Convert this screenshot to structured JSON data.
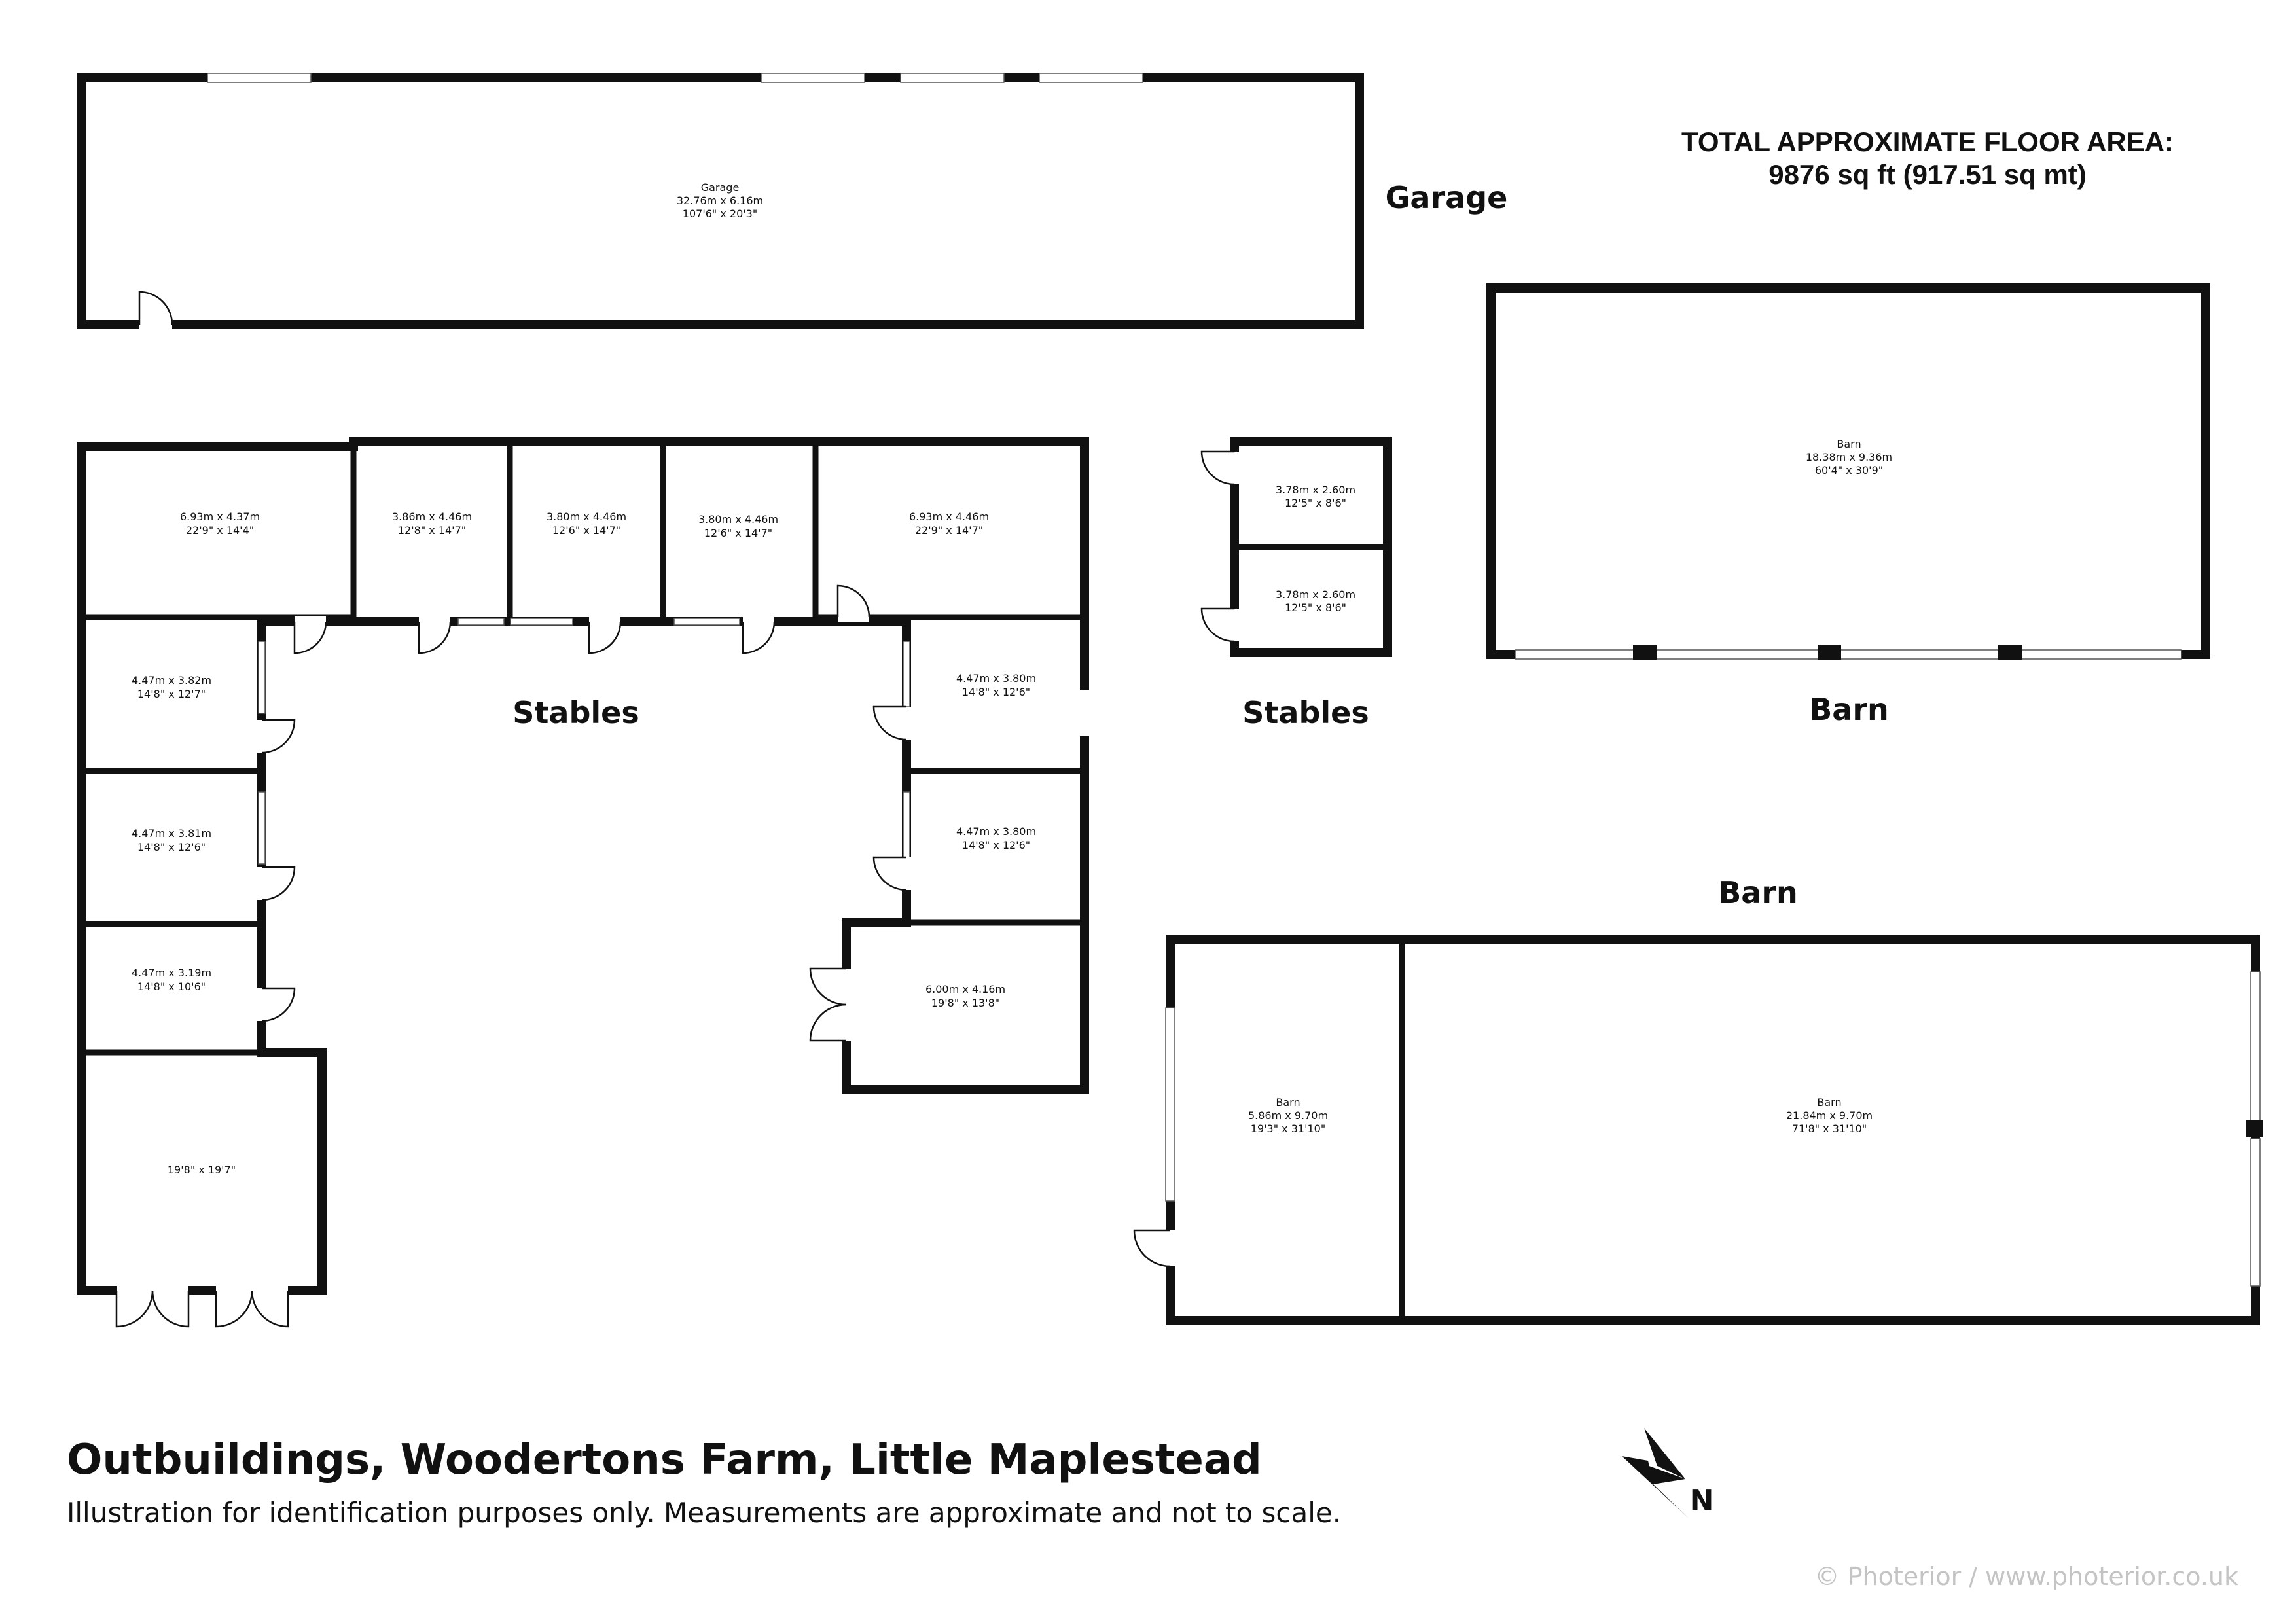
{
  "total_area": {
    "heading": "TOTAL APPROXIMATE FLOOR AREA:",
    "value": "9876 sq ft (917.51 sq mt)"
  },
  "building_labels": {
    "garage": "Garage",
    "stables_main": "Stables",
    "stables_small": "Stables",
    "barn_upper": "Barn",
    "barn_lower": "Barn"
  },
  "rooms": {
    "garage": {
      "name": "Garage",
      "metric": "32.76m x 6.16m",
      "imperial": "107'6\" x 20'3\""
    },
    "stable_a": {
      "metric": "6.93m x 4.37m",
      "imperial": "22'9\" x 14'4\""
    },
    "stable_b": {
      "metric": "3.86m x 4.46m",
      "imperial": "12'8\" x 14'7\""
    },
    "stable_c": {
      "metric": "3.80m x 4.46m",
      "imperial": "12'6\" x 14'7\""
    },
    "stable_d": {
      "metric": "3.80m x 4.46m",
      "imperial": "12'6\" x 14'7\""
    },
    "stable_e": {
      "metric": "6.93m x 4.46m",
      "imperial": "22'9\" x 14'7\""
    },
    "stable_f": {
      "metric": "4.47m x 3.82m",
      "imperial": "14'8\" x 12'7\""
    },
    "stable_g": {
      "metric": "4.47m x 3.81m",
      "imperial": "14'8\" x 12'6\""
    },
    "stable_h": {
      "metric": "4.47m x 3.19m",
      "imperial": "14'8\" x 10'6\""
    },
    "stable_i": {
      "imperial": "19'8\" x 19'7\""
    },
    "stable_j": {
      "metric": "4.47m x 3.80m",
      "imperial": "14'8\" x 12'6\""
    },
    "stable_k": {
      "metric": "4.47m x 3.80m",
      "imperial": "14'8\" x 12'6\""
    },
    "stable_l": {
      "metric": "6.00m x 4.16m",
      "imperial": "19'8\" x 13'8\""
    },
    "small_stable_top": {
      "metric": "3.78m x 2.60m",
      "imperial": "12'5\" x 8'6\""
    },
    "small_stable_bottom": {
      "metric": "3.78m x 2.60m",
      "imperial": "12'5\" x 8'6\""
    },
    "barn_upper": {
      "name": "Barn",
      "metric": "18.38m x 9.36m",
      "imperial": "60'4\" x 30'9\""
    },
    "barn_lower_left": {
      "name": "Barn",
      "metric": "5.86m x 9.70m",
      "imperial": "19'3\" x 31'10\""
    },
    "barn_lower_right": {
      "name": "Barn",
      "metric": "21.84m x 9.70m",
      "imperial": "71'8\" x 31'10\""
    }
  },
  "title": "Outbuildings, Woodertons Farm, Little Maplestead",
  "disclaimer": "Illustration for identification purposes only. Measurements are approximate and not to scale.",
  "compass_label": "N",
  "credit": "© Photerior / www.photerior.co.uk",
  "colors": {
    "walls": "#111111",
    "credit_text": "#c4c4c4",
    "background": "#ffffff"
  }
}
